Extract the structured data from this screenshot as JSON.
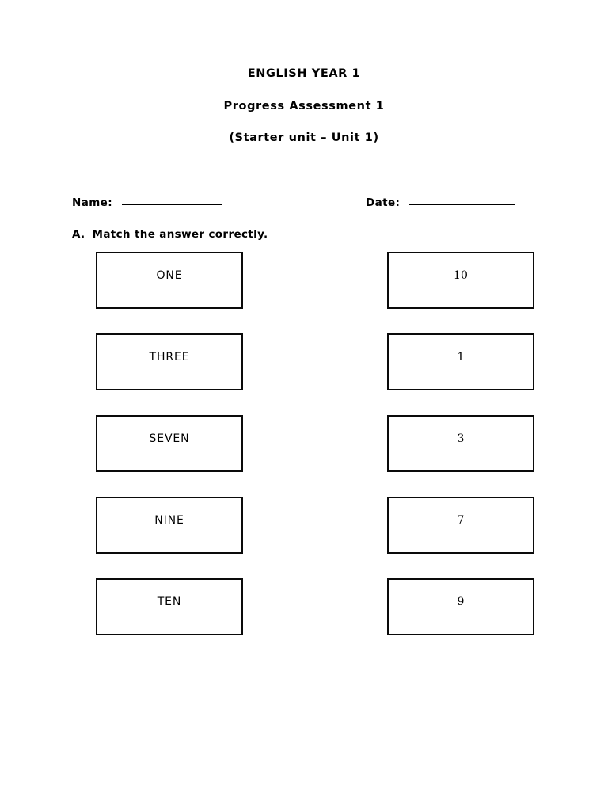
{
  "document": {
    "title_lines": [
      "ENGLISH YEAR 1",
      "Progress Assessment 1",
      "(Starter unit – Unit 1)"
    ],
    "ink_color": "#000000",
    "paper_color": "#ffffff"
  },
  "meta": {
    "name_label": "Name:",
    "name_value": "",
    "date_label": "Date:",
    "date_value": ""
  },
  "instruction": {
    "marker": "A.",
    "text": "Match the answer correctly."
  },
  "exercise": {
    "left_column": [
      {
        "label": "ONE"
      },
      {
        "label": "THREE"
      },
      {
        "label": "SEVEN"
      },
      {
        "label": "NINE"
      },
      {
        "label": "TEN"
      }
    ],
    "right_column": [
      {
        "label": "10"
      },
      {
        "label": "1"
      },
      {
        "label": "3"
      },
      {
        "label": "7"
      },
      {
        "label": "9"
      }
    ]
  }
}
